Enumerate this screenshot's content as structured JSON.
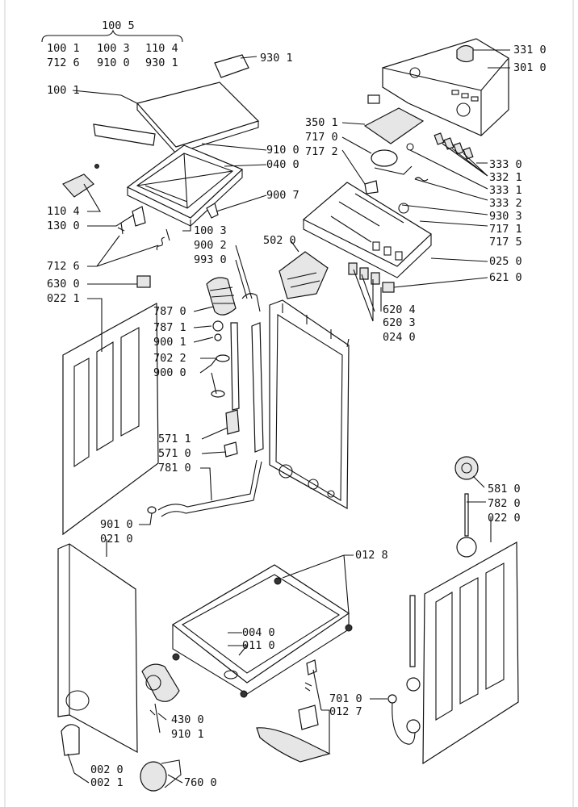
{
  "sheet": {
    "group_header": "100 5",
    "group_row1": [
      "100 1",
      "100 3",
      "110 4"
    ],
    "group_row2": [
      "712 6",
      "910 0",
      "930 1"
    ]
  },
  "callouts": [
    {
      "id": "c9301a",
      "text": "930 1"
    },
    {
      "id": "c1001",
      "text": "100 1"
    },
    {
      "id": "c3310",
      "text": "331 0"
    },
    {
      "id": "c3010",
      "text": "301 0"
    },
    {
      "id": "c3501",
      "text": "350 1"
    },
    {
      "id": "c7170",
      "text": "717 0"
    },
    {
      "id": "c7172",
      "text": "717 2"
    },
    {
      "id": "c9100",
      "text": "910 0"
    },
    {
      "id": "c0400",
      "text": "040 0"
    },
    {
      "id": "c3330a",
      "text": "333 0"
    },
    {
      "id": "c3321",
      "text": "332 1"
    },
    {
      "id": "c3331",
      "text": "333 1"
    },
    {
      "id": "c3332",
      "text": "333 2"
    },
    {
      "id": "c9303",
      "text": "930 3"
    },
    {
      "id": "c7171",
      "text": "717 1"
    },
    {
      "id": "c7175",
      "text": "717 5"
    },
    {
      "id": "c0250",
      "text": "025 0"
    },
    {
      "id": "c6210",
      "text": "621 0"
    },
    {
      "id": "c9007",
      "text": "900 7"
    },
    {
      "id": "c1104",
      "text": "110 4"
    },
    {
      "id": "c1300",
      "text": "130 0"
    },
    {
      "id": "c1003",
      "text": "100 3"
    },
    {
      "id": "c9002",
      "text": "900 2"
    },
    {
      "id": "c9930",
      "text": "993 0"
    },
    {
      "id": "c5020",
      "text": "502 0"
    },
    {
      "id": "c7126",
      "text": "712 6"
    },
    {
      "id": "c6300",
      "text": "630 0"
    },
    {
      "id": "c0221",
      "text": "022 1"
    },
    {
      "id": "c7870",
      "text": "787 0"
    },
    {
      "id": "c7871",
      "text": "787 1"
    },
    {
      "id": "c9001",
      "text": "900 1"
    },
    {
      "id": "c7022",
      "text": "702 2"
    },
    {
      "id": "c9000",
      "text": "900 0"
    },
    {
      "id": "c6204",
      "text": "620 4"
    },
    {
      "id": "c6203",
      "text": "620 3"
    },
    {
      "id": "c0240",
      "text": "024 0"
    },
    {
      "id": "c5711",
      "text": "571 1"
    },
    {
      "id": "c5710",
      "text": "571 0"
    },
    {
      "id": "c7810",
      "text": "781 0"
    },
    {
      "id": "c5810",
      "text": "581 0"
    },
    {
      "id": "c7820",
      "text": "782 0"
    },
    {
      "id": "c0220",
      "text": "022 0"
    },
    {
      "id": "c9010",
      "text": "901 0"
    },
    {
      "id": "c0210",
      "text": "021 0"
    },
    {
      "id": "c0128",
      "text": "012 8"
    },
    {
      "id": "c0040",
      "text": "004 0"
    },
    {
      "id": "c0110",
      "text": "011 0"
    },
    {
      "id": "c7010",
      "text": "701 0"
    },
    {
      "id": "c0127",
      "text": "012 7"
    },
    {
      "id": "c4300",
      "text": "430 0"
    },
    {
      "id": "c9101",
      "text": "910 1"
    },
    {
      "id": "c0020",
      "text": "002 0"
    },
    {
      "id": "c0021",
      "text": "002 1"
    },
    {
      "id": "c7600",
      "text": "760 0"
    }
  ]
}
